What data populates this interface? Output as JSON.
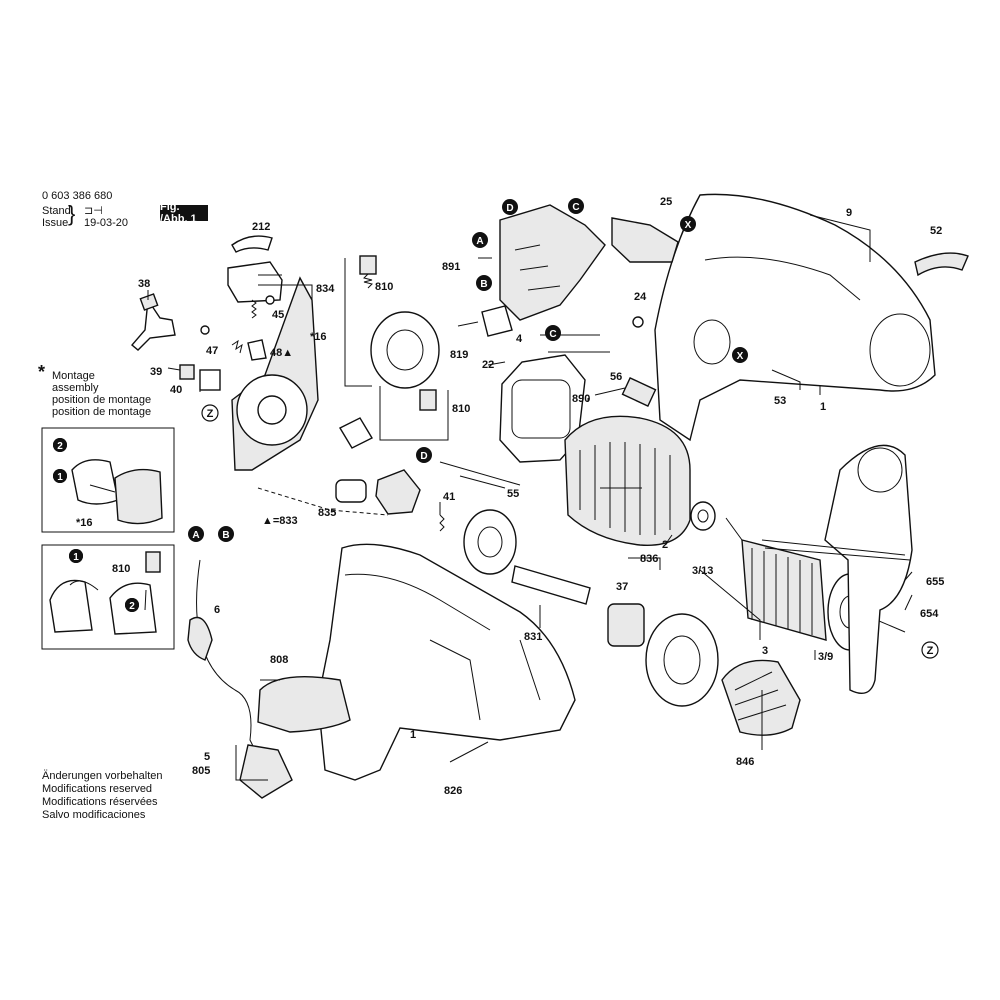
{
  "header": {
    "doc_number": "0 603 386 680",
    "stand_label": "Stand",
    "issue_label": "Issue",
    "date": "19-03-20",
    "figure_label": "Fig. /Abb. 1"
  },
  "mount_note": {
    "symbol": "*",
    "lines": [
      "Montage",
      "assembly",
      "position de montage",
      "position de montage"
    ]
  },
  "notes": [
    "Änderungen vorbehalten",
    "Modifications reserved",
    "Modifications réservées",
    "Salvo modificaciones"
  ],
  "callouts": [
    "A",
    "B",
    "C",
    "D",
    "X",
    "Z",
    "1",
    "2"
  ],
  "part_labels": [
    "212",
    "834",
    "45",
    "38",
    "47",
    "48▲",
    "39",
    "40",
    "810",
    "*16",
    "819",
    "891",
    "4",
    "22",
    "25",
    "24",
    "9",
    "52",
    "53",
    "1",
    "56",
    "890",
    "810",
    "55",
    "41",
    "835",
    "▲=833",
    "6",
    "808",
    "5",
    "805",
    "826",
    "831",
    "836",
    "37",
    "3/13",
    "2",
    "3",
    "3/9",
    "655",
    "654",
    "846"
  ],
  "colors": {
    "ink": "#111111",
    "paper": "#ffffff",
    "shade": "#e9e9e9"
  }
}
